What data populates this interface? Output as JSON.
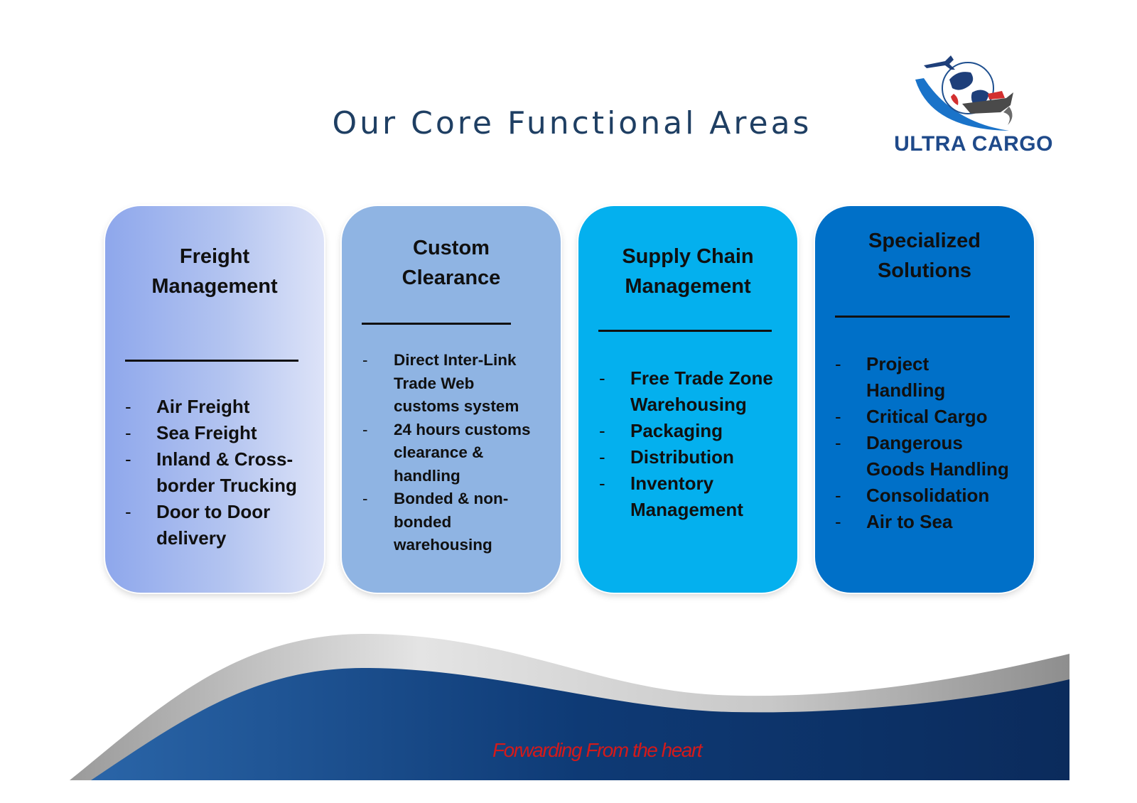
{
  "title": "Our Core Functional Areas",
  "logo": {
    "text": "ULTRA CARGO"
  },
  "cards": [
    {
      "heading_lines": [
        "Freight",
        "Management"
      ],
      "items": [
        [
          "Air Freight"
        ],
        [
          "Sea Freight"
        ],
        [
          "Inland & Cross-",
          "border Trucking"
        ],
        [
          "Door to Door",
          "delivery"
        ]
      ]
    },
    {
      "heading_lines": [
        "Custom",
        "Clearance"
      ],
      "items": [
        [
          "Direct Inter-Link",
          "Trade Web",
          "customs system"
        ],
        [
          "24 hours  customs",
          "clearance &",
          "handling"
        ],
        [
          "Bonded & non-",
          "bonded",
          "warehousing"
        ]
      ]
    },
    {
      "heading_lines": [
        "Supply Chain",
        "Management"
      ],
      "items": [
        [
          "Free Trade Zone",
          "Warehousing"
        ],
        [
          "Packaging"
        ],
        [
          "Distribution"
        ],
        [
          "Inventory",
          "Management"
        ]
      ]
    },
    {
      "heading_lines": [
        "Specialized",
        "Solutions"
      ],
      "items": [
        [
          "Project",
          "Handling"
        ],
        [
          "Critical Cargo"
        ],
        [
          "Dangerous",
          "Goods Handling"
        ],
        [
          "Consolidation"
        ],
        [
          "Air to Sea"
        ]
      ]
    }
  ],
  "bullet_marker": "-",
  "tagline": "Forwarding From the heart",
  "colors": {
    "title": "#1f3f63",
    "logo_text": "#1f4a8a",
    "card_1": "#a9bcef",
    "card_2": "#8fb4e3",
    "card_3": "#04b0ee",
    "card_4": "#0070c8",
    "wave_dark": "#0e3a75",
    "tagline": "#d41a1a"
  }
}
